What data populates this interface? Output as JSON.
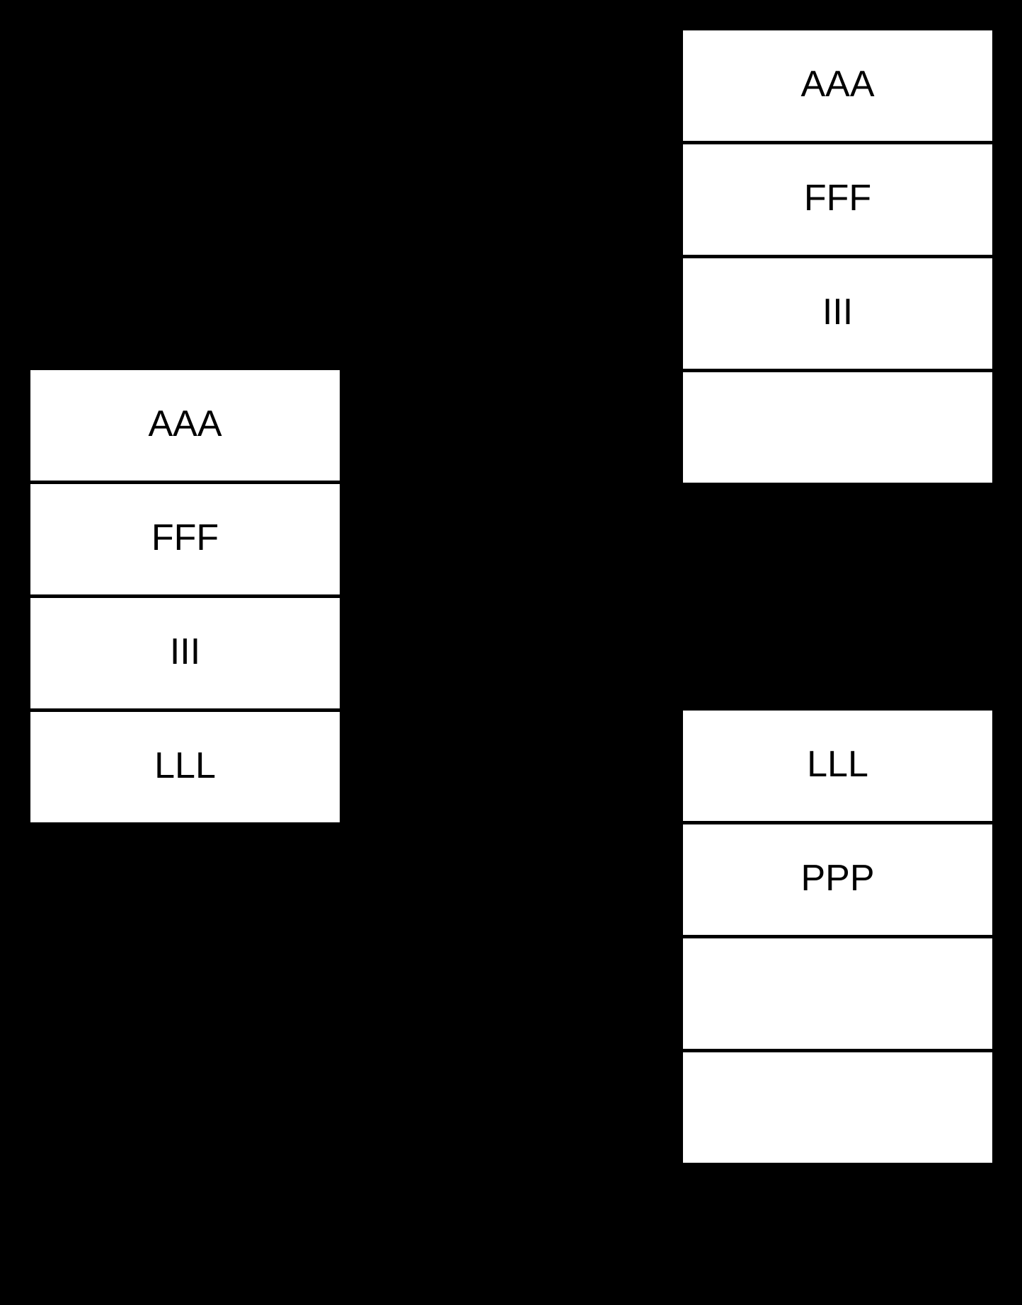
{
  "colors": {
    "background": "#000000",
    "box_fill": "#ffffff",
    "box_border": "#000000",
    "text": "#000000"
  },
  "diagram": {
    "type": "record-boxes",
    "columns": {
      "left": {
        "rows": [
          "AAA",
          "FFF",
          "III",
          "LLL"
        ]
      },
      "top_right": {
        "rows": [
          "AAA",
          "FFF",
          "III",
          ""
        ]
      },
      "bottom_right": {
        "rows": [
          "LLL",
          "PPP",
          "",
          ""
        ]
      }
    }
  }
}
